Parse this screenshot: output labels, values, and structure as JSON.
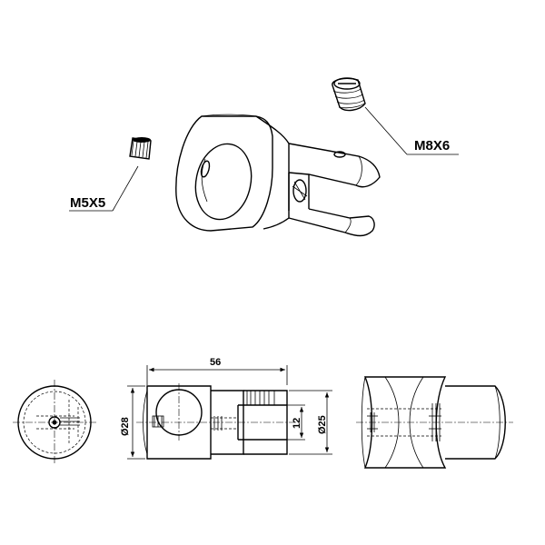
{
  "callouts": {
    "small_screw": "M5X5",
    "large_screw": "M8X6"
  },
  "dimensions": {
    "length": "56",
    "diameter_body": "Ø28",
    "diameter_end": "Ø25",
    "slot_width": "12"
  },
  "colors": {
    "line": "#000000",
    "background": "#ffffff"
  }
}
